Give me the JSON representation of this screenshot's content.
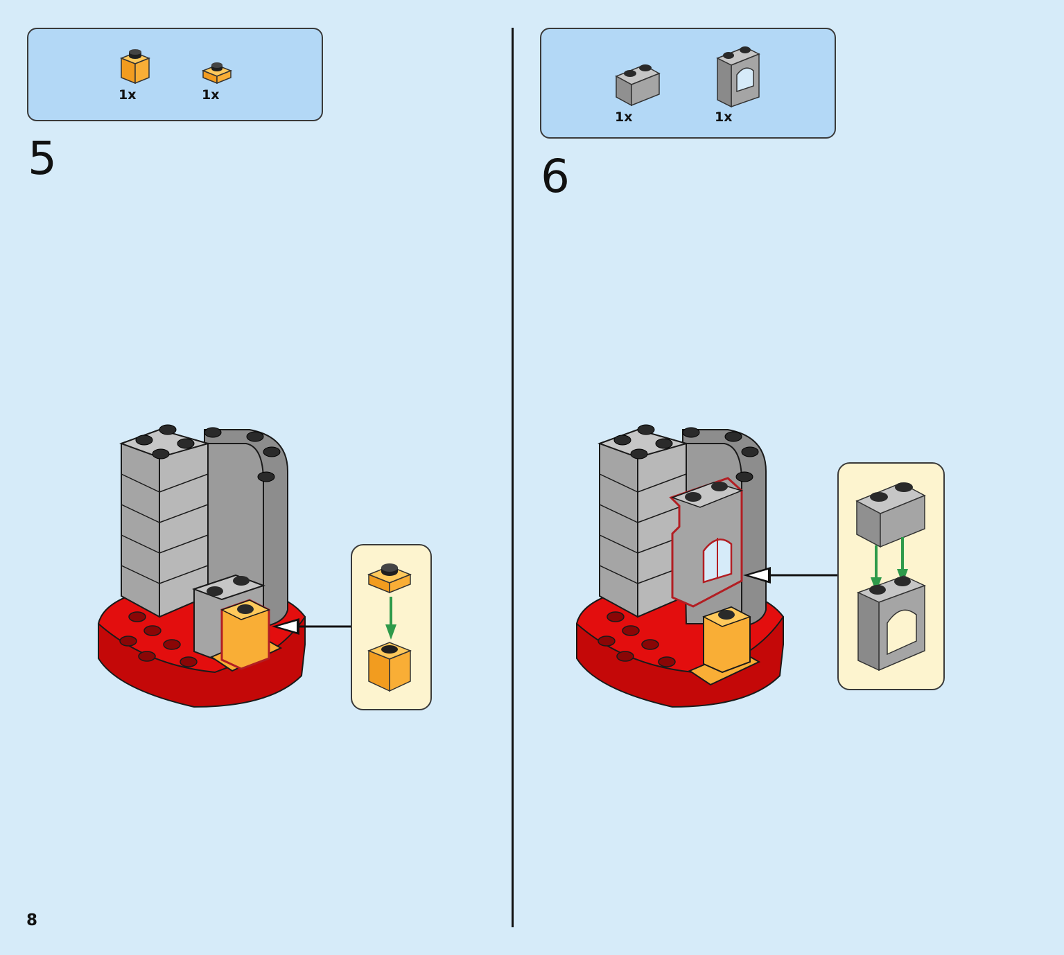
{
  "page": {
    "number": "8"
  },
  "step5": {
    "number": "5",
    "parts": [
      {
        "qty": "1x",
        "icon": "orange-brick-1x1-icon",
        "color": "#f9ae36"
      },
      {
        "qty": "1x",
        "icon": "orange-plate-1x1-icon",
        "color": "#f9ae36"
      }
    ]
  },
  "step6": {
    "number": "6",
    "parts": [
      {
        "qty": "1x",
        "icon": "grey-brick-1x2-icon",
        "color": "#a5a5a5"
      },
      {
        "qty": "1x",
        "icon": "grey-window-frame-icon",
        "color": "#a5a5a5"
      }
    ]
  },
  "colors": {
    "background": "#d6ebf9",
    "parts_box": "#b3d8f6",
    "callout": "#fdf4cf",
    "base_red": "#e30e0e",
    "grey": "#a5a5a5",
    "orange": "#f9ae36",
    "highlight": "#b21e23",
    "arrow_green": "#2e9a4a"
  }
}
